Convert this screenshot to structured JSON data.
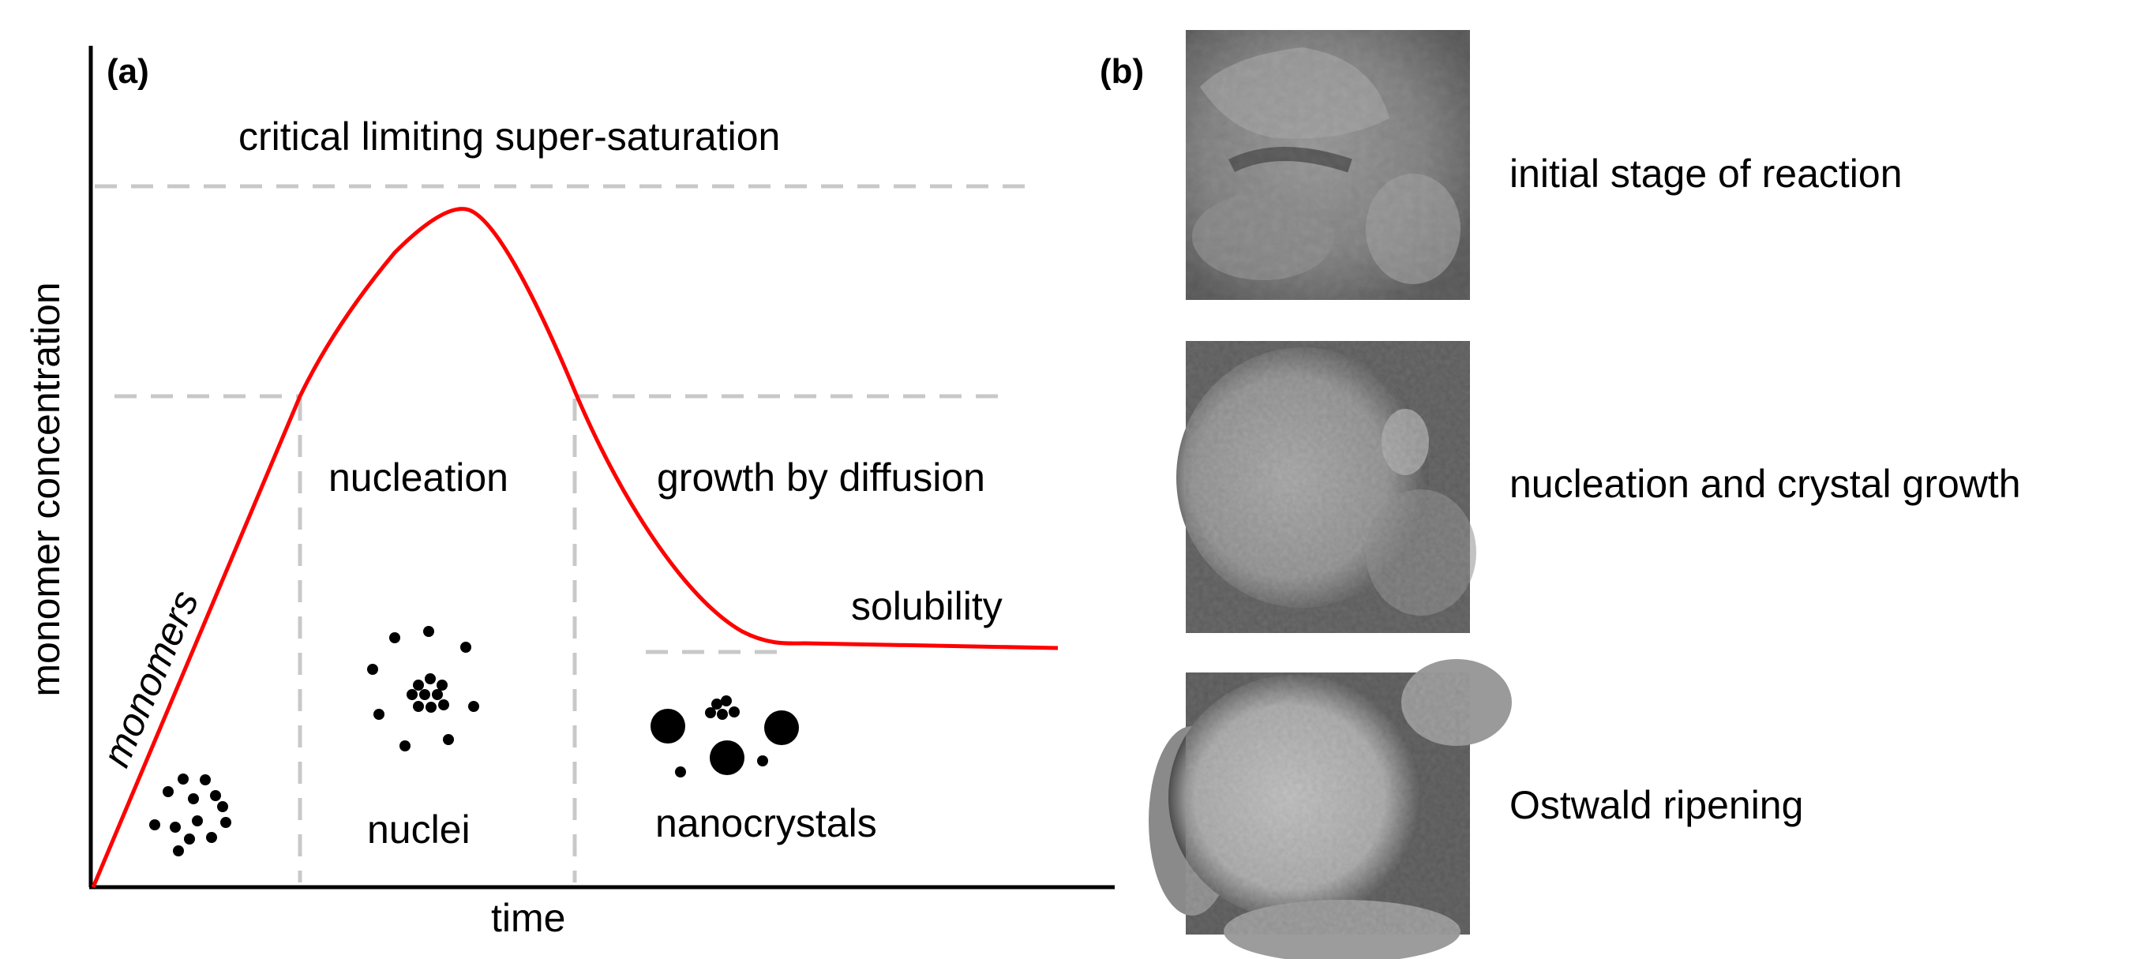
{
  "panel_a": {
    "label": "(a)",
    "x_axis_label": "time",
    "y_axis_label": "monomer concentration",
    "labels": {
      "critical": "critical limiting super-saturation",
      "nucleation": "nucleation",
      "growth": "growth by diffusion",
      "solubility": "solubility",
      "monomers": "monomers",
      "nuclei": "nuclei",
      "nanocrystals": "nanocrystals"
    },
    "colors": {
      "curve": "#ff0000",
      "dashed": "#c8c8c8",
      "axis": "#000000"
    }
  },
  "panel_b": {
    "label": "(b)",
    "stages": [
      {
        "caption": "initial stage of reaction",
        "image": "sem-micrograph-initial"
      },
      {
        "caption": "nucleation and crystal growth",
        "image": "sem-micrograph-nucleation"
      },
      {
        "caption": "Ostwald ripening",
        "image": "sem-micrograph-ostwald"
      }
    ]
  }
}
